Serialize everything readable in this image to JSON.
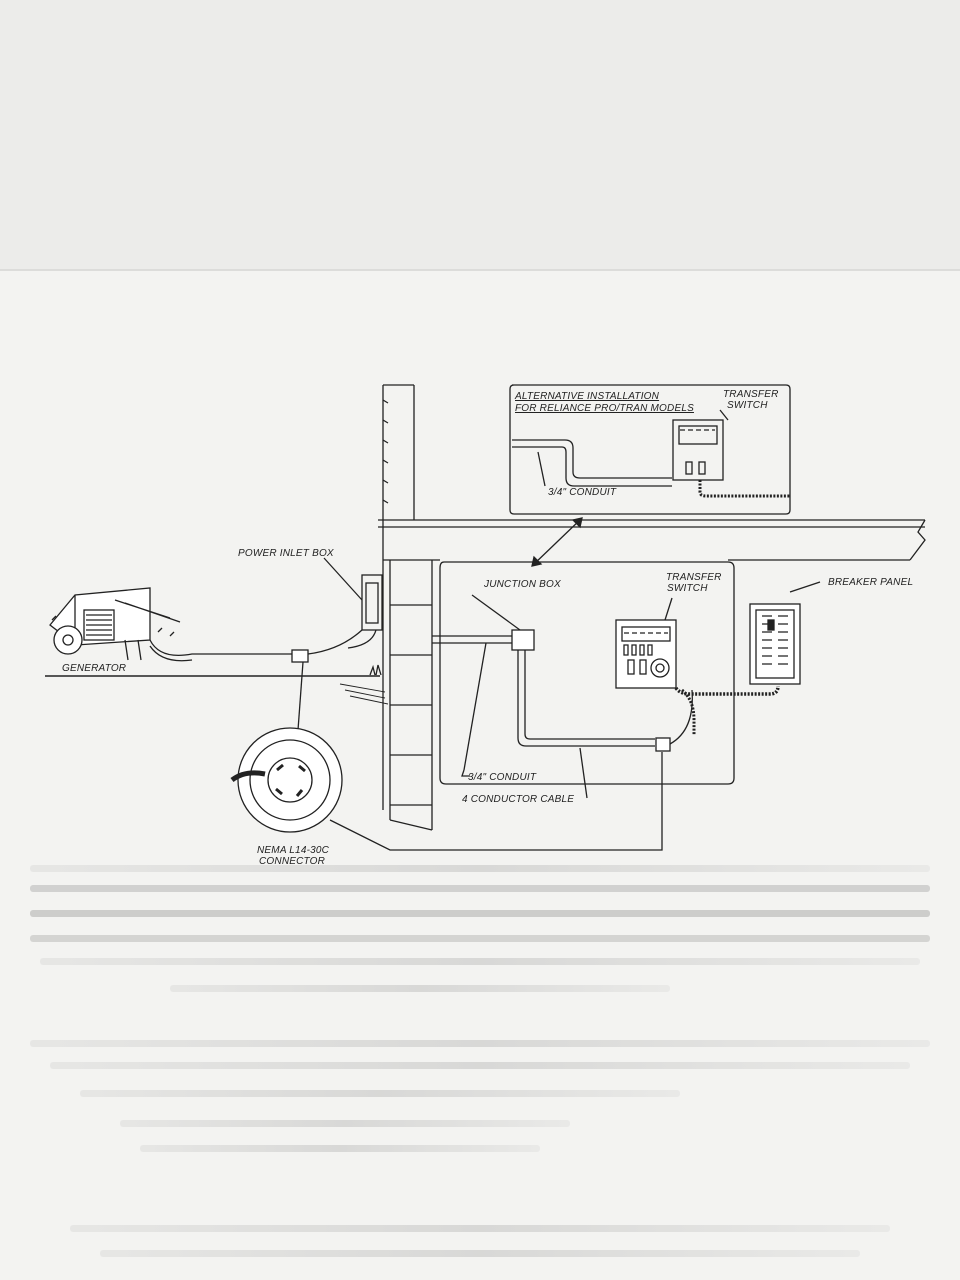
{
  "diagram": {
    "labels": {
      "alternative_line1": "ALTERNATIVE INSTALLATION",
      "alternative_line2": "FOR RELIANCE PRO/TRAN MODELS",
      "top_transfer_line1": "TRANSFER",
      "top_transfer_line2": "SWITCH",
      "top_conduit": "3/4\" CONDUIT",
      "power_inlet_box": "POWER INLET BOX",
      "junction_box": "JUNCTION BOX",
      "transfer_line1": "TRANSFER",
      "transfer_line2": "SWITCH",
      "breaker_panel": "BREAKER PANEL",
      "generator": "GENERATOR",
      "conduit": "3/4\" CONDUIT",
      "cable": "4 CONDUCTOR CABLE",
      "connector_line1": "NEMA L14-30C",
      "connector_line2": "CONNECTOR"
    }
  }
}
